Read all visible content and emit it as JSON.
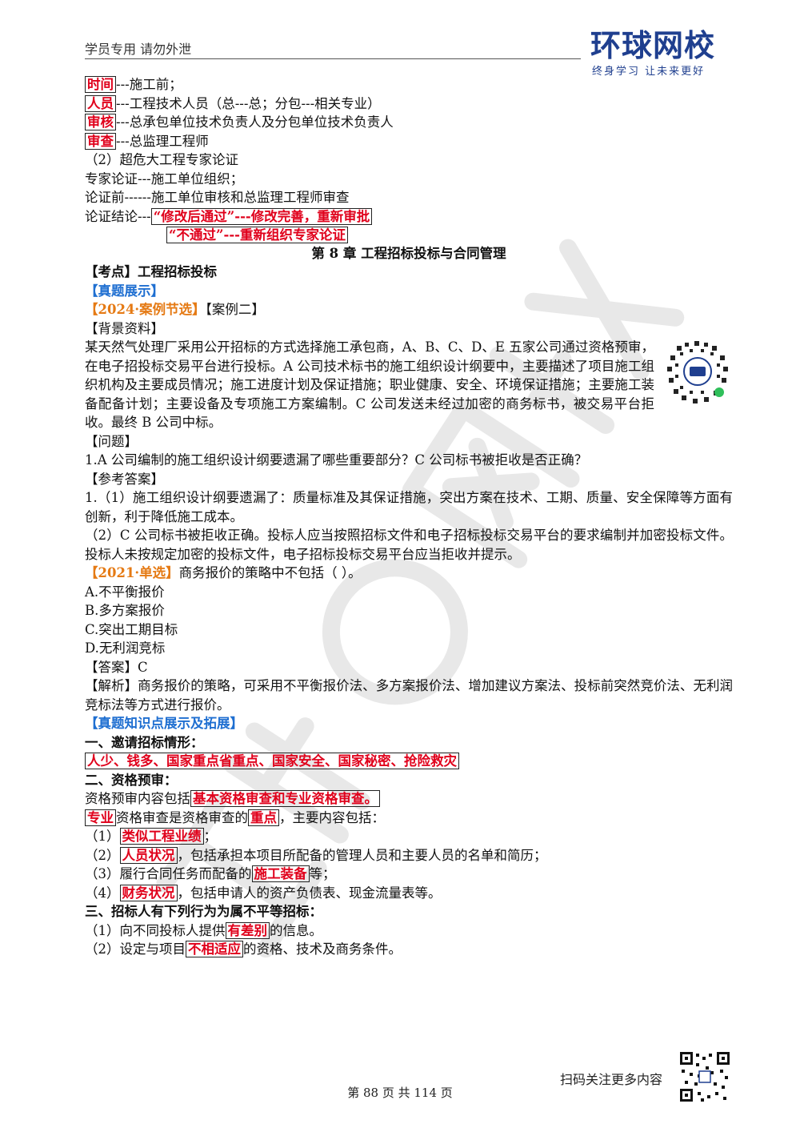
{
  "header": {
    "left_text": "学员专用 请勿外泄",
    "logo_main": "环球网校",
    "logo_sub": "终身学习 让未来更好"
  },
  "sec1": {
    "time_key": "时间",
    "time_rest": "---施工前；",
    "person_key": "人员",
    "person_rest": "---工程技术人员（总---总；分包---相关专业）",
    "audit_key": "审核",
    "audit_rest": "---总承包单位技术负责人及分包单位技术负责人",
    "review_key": "审查",
    "review_rest": "---总监理工程师",
    "item2": "（2）超危大工程专家论证",
    "expert": "专家论证---施工单位组织；",
    "before": "论证前------施工单位审核和总监理工程师审查",
    "conc_label": "论证结论---",
    "conc1": "“修改后通过”---修改完善，重新审批",
    "conc2": "“不通过”---重新组织专家论证"
  },
  "chapter_title": "第 8 章  工程招标投标与合同管理",
  "kaodian": "【考点】工程招标投标",
  "zhenti": "【真题展示】",
  "case_tag": "【2024·案例节选】",
  "case_name": "【案例二】",
  "bg_label": "【背景资料】",
  "bg_text": "某天然气处理厂采用公开招标的方式选择施工承包商，A、B、C、D、E 五家公司通过资格预审，在电子招投标交易平台进行投标。A 公司技术标书的施工组织设计纲要中，主要描述了项目施工组织机构及主要成员情况；施工进度计划及保证措施；职业健康、安全、环境保证措施；主要施工装备配备计划；主要设备及专项施工方案编制。C 公司发送未经过加密的商务标书，被交易平台拒收。最终 B 公司中标。",
  "question_label": "【问题】",
  "question_text": "1.A 公司编制的施工组织设计纲要遗漏了哪些重要部分？C 公司标书被拒收是否正确？",
  "answer_label": "【参考答案】",
  "answer_1": "1.（1）施工组织设计纲要遗漏了：质量标准及其保证措施，突出方案在技术、工期、质量、安全保障等方面有创新，利于降低施工成本。",
  "answer_2": "（2）C 公司标书被拒收正确。投标人应当按照招标文件和电子招标投标交易平台的要求编制并加密投标文件。投标人未按规定加密的投标文件，电子招标投标交易平台应当拒收并提示。",
  "mc_tag": "【2021·单选】",
  "mc_stem": "商务报价的策略中不包括（    ）。",
  "options": [
    "A.不平衡报价",
    "B.多方案报价",
    "C.突出工期目标",
    "D.无利润竞标"
  ],
  "mc_answer": "【答案】C",
  "mc_analysis": "【解析】商务报价的策略，可采用不平衡报价法、多方案报价法、增加建议方案法、投标前突然竞价法、无利润竞标法等方式进行报价。",
  "kp_title": "【真题知识点展示及拓展】",
  "s1_title": "一、邀请招标情形：",
  "s1_box": "人少、钱多、国家重点省重点、国家安全、国家秘密、抢险救灾",
  "s2_title": "二、资格预审：",
  "s2_l1_pre": "资格预审内容包括",
  "s2_l1_box": "基本资格审查和专业资格审查。",
  "s2_l2_box1": "专业",
  "s2_l2_mid": "资格审查是资格审查的",
  "s2_l2_box2": "重点",
  "s2_l2_post": "，主要内容包括：",
  "s2_i1_pre": "（1）",
  "s2_i1_box": "类似工程业绩",
  "s2_i1_post": "；",
  "s2_i2_pre": "（2）",
  "s2_i2_box": "人员状况",
  "s2_i2_post": "，包括承担本项目所配备的管理人员和主要人员的名单和简历；",
  "s2_i3_pre": "（3）履行合同任务而配备的",
  "s2_i3_box": "施工装备",
  "s2_i3_post": "等；",
  "s2_i4_pre": "（4）",
  "s2_i4_box": "财务状况",
  "s2_i4_post": "，包括申请人的资产负债表、现金流量表等。",
  "s3_title": "三、招标人有下列行为为属不平等招标：",
  "s3_i1_pre": "（1）向不同投标人提供",
  "s3_i1_box": "有差别",
  "s3_i1_post": "的信息。",
  "s3_i2_pre": "（2）设定与项目",
  "s3_i2_box": "不相适应",
  "s3_i2_post": "的资格、技术及商务条件。",
  "footer": {
    "qr_note": "扫码关注更多内容",
    "page": "第 88 页 共 114 页"
  },
  "colors": {
    "accent_red": "#e0001b",
    "orange": "#e57a14",
    "blue": "#1f6fd1",
    "brand": "#1f3f8f"
  }
}
